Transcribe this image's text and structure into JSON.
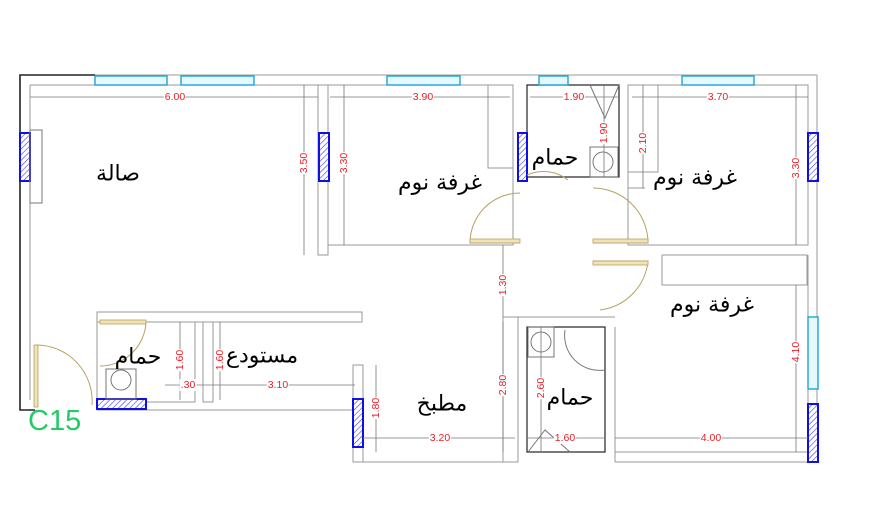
{
  "rooms": {
    "living": "صالة",
    "bedroom_1": "غرفة نوم",
    "bath_top": "حمام",
    "bedroom_2": "غرفة نوم",
    "bedroom_3": "غرفة نوم",
    "storage": "مستودع",
    "bath_left": "حمام",
    "kitchen": "مطبخ",
    "bath_bottom": "حمام"
  },
  "dimensions": {
    "living_width": "6.00",
    "bed1_width": "3.90",
    "bath_top_width": "1.90",
    "bed2_width": "3.70",
    "bed1_wall_height": "3.50",
    "bed1_height": "3.30",
    "bath_top_height": "1.90",
    "closet_height": "2.10",
    "bed2_height": "3.30",
    "corridor": "1.30",
    "bed3_height": "4.10",
    "bath_left_height": "1.60",
    "storage_height": "1.60",
    "gap": ".30",
    "storage_width": "3.10",
    "kitchen_height": "1.80",
    "kitchen_side": "2.80",
    "bath_bottom_height": "2.60",
    "kitchen_width": "3.20",
    "bath_bottom_width": "1.60",
    "bed3_width": "4.00"
  },
  "unit_code": "C15",
  "colors": {
    "dimension": "#e8202a",
    "column": "#1010e0",
    "window": "#1aa6d6",
    "code": "#22cc66"
  }
}
